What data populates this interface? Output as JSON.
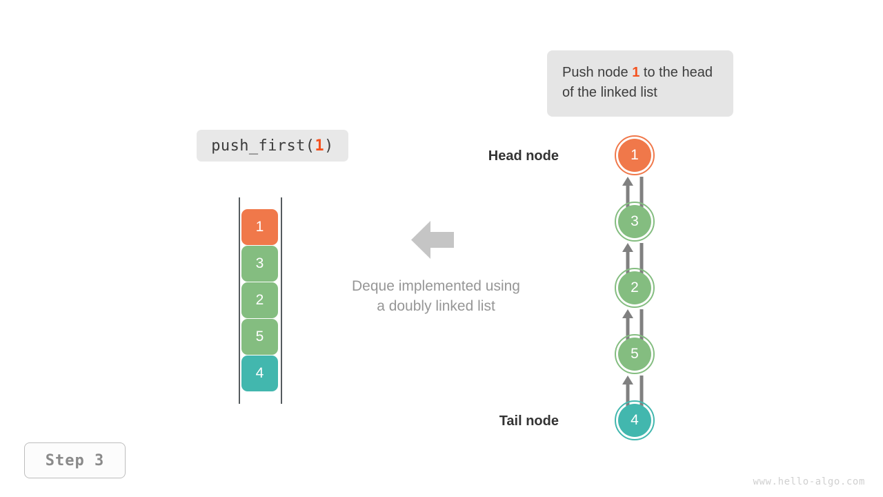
{
  "colors": {
    "orange": "#f0784a",
    "green": "#84bd80",
    "teal": "#42b7ae",
    "gray_arrow": "#808080",
    "gray_big_arrow": "#c5c5c5",
    "rail": "#555b5e",
    "bubble_bg": "#e5e5e5",
    "pill_bg": "#e8e8e8",
    "highlight_text": "#f4511e",
    "caption_text": "#969696",
    "label_text": "#333333",
    "step_text": "#8a8a8a",
    "watermark_text": "#d0d0d0"
  },
  "callout": {
    "text_before": "Push node ",
    "highlight": "1",
    "text_after": " to the head of the linked list"
  },
  "operation": {
    "name": "push_first(",
    "argument": "1",
    "close": ")"
  },
  "deque_stack": {
    "items": [
      {
        "value": "1",
        "color": "#f0784a"
      },
      {
        "value": "3",
        "color": "#84bd80"
      },
      {
        "value": "2",
        "color": "#84bd80"
      },
      {
        "value": "5",
        "color": "#84bd80"
      },
      {
        "value": "4",
        "color": "#42b7ae"
      }
    ]
  },
  "middle": {
    "arrow_icon": "arrow-left-icon",
    "caption_line1": "Deque implemented using",
    "caption_line2": "a doubly linked list"
  },
  "linked_list": {
    "head_label": "Head node",
    "tail_label": "Tail node",
    "nodes": [
      {
        "value": "1",
        "color": "#f0784a"
      },
      {
        "value": "3",
        "color": "#84bd80"
      },
      {
        "value": "2",
        "color": "#84bd80"
      },
      {
        "value": "5",
        "color": "#84bd80"
      },
      {
        "value": "4",
        "color": "#42b7ae"
      }
    ]
  },
  "step": {
    "label": "Step 3"
  },
  "watermark": {
    "text": "www.hello-algo.com"
  }
}
